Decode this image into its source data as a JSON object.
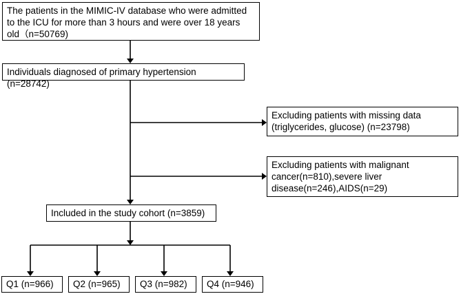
{
  "boxes": {
    "top": "The patients in the MIMIC-IV database who were admitted to the ICU for more than 3 hours and were over 18 years old（n=50769)",
    "primary": "Individuals diagnosed of primary hypertension (n=28742)",
    "exclusion1": "Excluding patients with missing data (triglycerides, glucose) (n=23798)",
    "exclusion2": "Excluding patients with malignant cancer(n=810),severe liver disease(n=246),AIDS(n=29)",
    "cohort": "Included in the study cohort (n=3859)"
  },
  "quartiles": [
    "Q1 (n=966)",
    "Q2 (n=965)",
    "Q3 (n=982)",
    "Q4 (n=946)"
  ]
}
